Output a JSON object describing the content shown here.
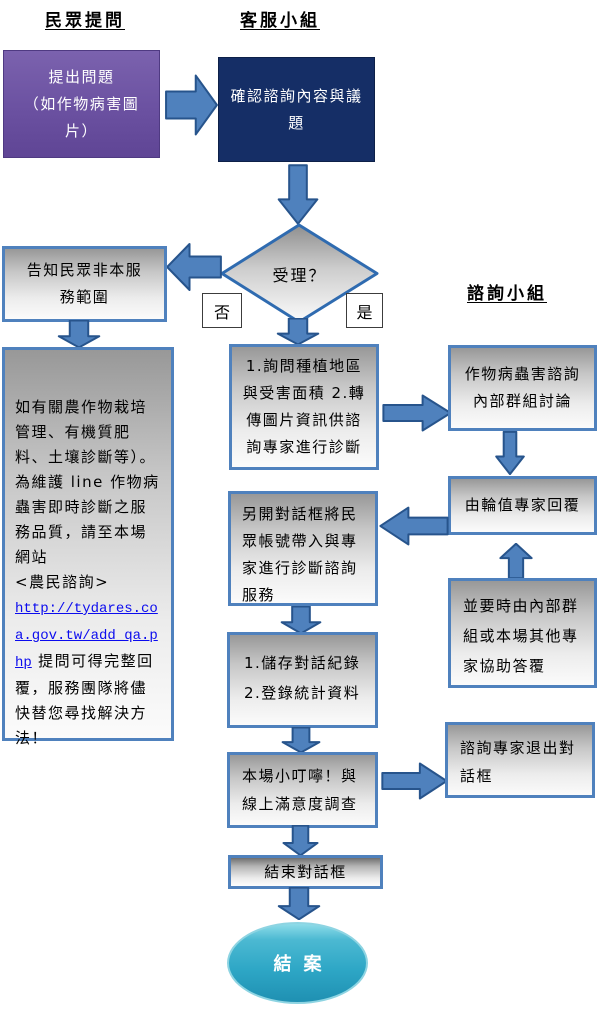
{
  "colors": {
    "arrow_fill": "#4f81bd",
    "arrow_stroke": "#27548c",
    "box_border": "#4f81bd",
    "navy_box": "#152e66",
    "purple_box": "#6b51a1",
    "link": "#0b0bee",
    "ellipse_fill": "#2ea7c6"
  },
  "headers": {
    "public": "民眾提問",
    "service_team": "客服小組",
    "consult_team": "諮詢小組"
  },
  "decision": {
    "label": "受理？",
    "no": "否",
    "yes": "是"
  },
  "nodes": {
    "submit_question": "提出問題\n（如作物病害圖\n片）",
    "confirm_topic": "確認諮詢內容與議\n題",
    "notify_out_of_scope": "告知民眾非本服\n務範圍",
    "out_of_scope_pre": "如有關農作物栽培\n管理、有機質肥\n料、土壤診斷等）。\n為維護 line 作物病\n蟲害即時診斷之服\n務品質，請至本場\n網站\n<農民諮詢>\n",
    "out_of_scope_link": "http://tydares.coa.gov.tw/add_qa.php",
    "out_of_scope_post": " 提問可得完整回覆，服務團隊將儘快替您尋找解決方法！",
    "ask_region": "1.詢問種植地區\n與受害面積 2.轉\n傳圖片資訊供諮\n詢專家進行診斷",
    "group_discussion": "作物病蟲害諮詢\n內部群組討論",
    "expert_reply": "由輪值專家回覆",
    "assist_reply": "並要時由內部群\n組或本場其他專\n家協助答覆",
    "open_dialog": "另開對話框將民\n眾帳號帶入與專\n家進行診斷諮詢\n服務",
    "save_records": "1.儲存對話紀錄\n2.登錄統計資料",
    "reminder_survey": "本場小叮嚀！與\n線上滿意度調查",
    "expert_exit": "諮詢專家退出對\n話框",
    "end_dialog": "結束對話框",
    "close_case": "結案"
  }
}
